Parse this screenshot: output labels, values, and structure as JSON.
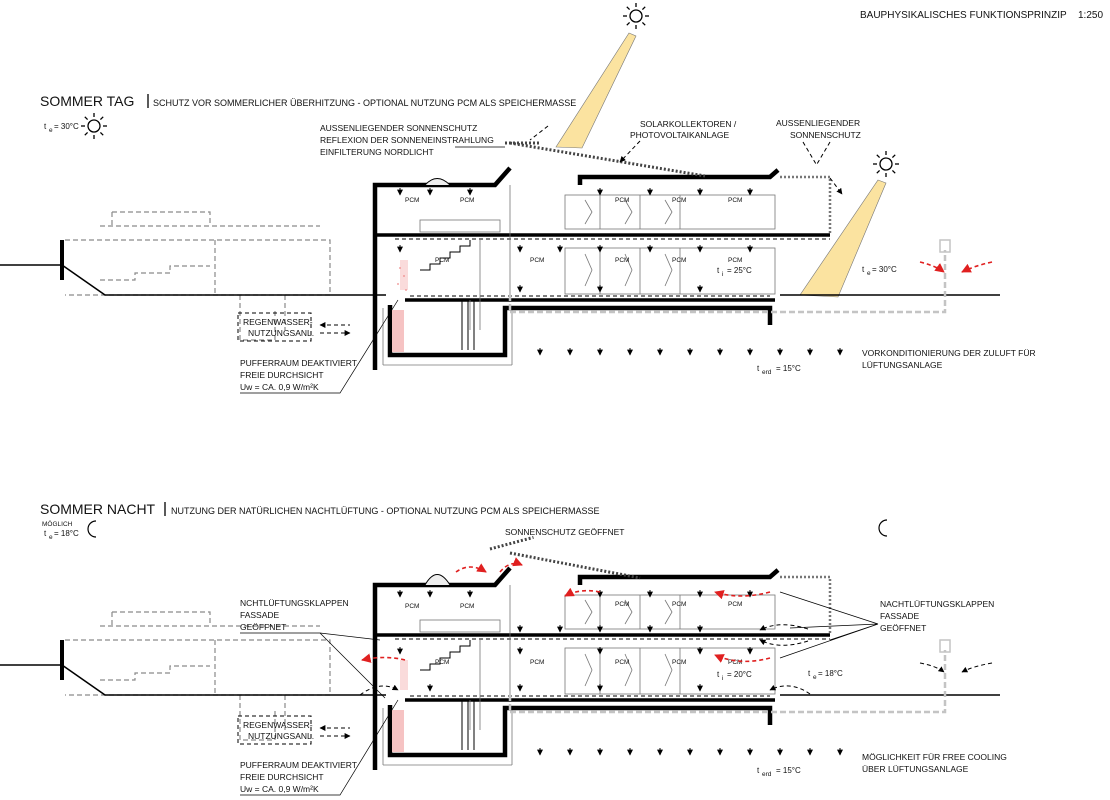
{
  "header": {
    "title": "BAUPHYSIKALISCHES FUNKTIONSPRINZIP",
    "scale": "1:250"
  },
  "sections": [
    {
      "title": "SOMMER TAG",
      "subtitle": "SCHUTZ VOR SOMMERLICHER ÜBERHITZUNG - OPTIONAL NUTZUNG PCM ALS SPEICHERMASSE",
      "temp_outside": "= 30°C",
      "temp_outside_right": "= 30°C",
      "temp_inside": "= 25°C",
      "temp_ground": "= 15°C",
      "labels": {
        "sun_shading": [
          "AUSSENLIEGENDER SONNENSCHUTZ",
          "REFLEXION DER SONNENEINSTRAHLUNG",
          "EINFILTERUNG NORDLICHT"
        ],
        "solar": [
          "SOLARKOLLEKTOREN /",
          "PHOTOVOLTAIKANLAGE"
        ],
        "ext_shading": [
          "AUSSENLIEGENDER",
          "SONNENSCHUTZ"
        ],
        "rain": [
          "REGENWASSER-",
          "NUTZUNGSANL."
        ],
        "buffer": [
          "PUFFERRAUM DEAKTIVIERT",
          "FREIE DURCHSICHT",
          "Uw = CA. 0,9 W/m²K"
        ],
        "precond": [
          "VORKONDITIONIERUNG DER ZULUFT FÜR",
          "LÜFTUNGSANLAGE"
        ]
      }
    },
    {
      "title": "SOMMER NACHT",
      "subtitle": "NUTZUNG DER NATÜRLICHEN NACHTLÜFTUNG - OPTIONAL NUTZUNG PCM ALS SPEICHERMASSE",
      "possible": "MÖGLICH",
      "temp_outside": "= 18°C",
      "temp_outside_right": "= 18°C",
      "temp_inside": "= 20°C",
      "temp_ground": "= 15°C",
      "labels": {
        "shade_open": "SONNENSCHUTZ GEÖFFNET",
        "flaps_left": [
          "NCHTLÜFTUNGSKLAPPEN",
          "FASSADE",
          "GEÖFFNET"
        ],
        "flaps_right": [
          "NACHTLÜFTUNGSKLAPPEN",
          "FASSADE",
          "GEÖFFNET"
        ],
        "rain": [
          "REGENWASSER-",
          "NUTZUNGSANL."
        ],
        "buffer": [
          "PUFFERRAUM DEAKTIVIERT",
          "FREIE DURCHSICHT",
          "Uw = CA. 0,9 W/m²K"
        ],
        "free_cooling": [
          "MÖGLICHKEIT FÜR FREE COOLING",
          "ÜBER LÜFTUNGSANLAGE"
        ]
      }
    }
  ],
  "pcm": "PCM",
  "symbols": {
    "t": "t",
    "e": "e",
    "i": "i",
    "erd": "erd"
  },
  "icons": [
    "sun-icon",
    "moon-icon"
  ],
  "colors": {
    "sun_beam": "#fbe3a0",
    "warm_air": "#e02020",
    "buffer": "#f6c3c3"
  }
}
